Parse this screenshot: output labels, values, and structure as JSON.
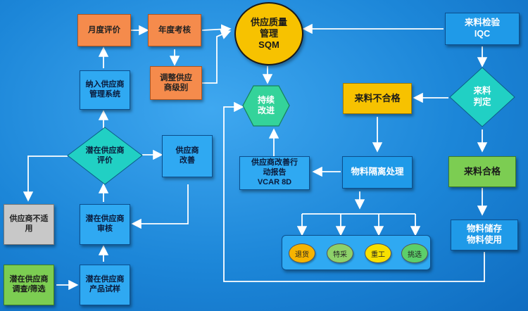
{
  "nodes": {
    "monthly_eval": "月度评价",
    "annual_review": "年度考核",
    "adjust_level": "调整供应\n商级别",
    "include_system": "纳入供应商\n管理系统",
    "potential_eval": "潜在供应商\n评价",
    "supplier_improve": "供应商\n改善",
    "not_suitable": "供应商不适\n用",
    "potential_audit": "潜在供应商\n审核",
    "potential_survey": "潜在供应商\n调查/筛选",
    "sample_trial": "潜在供应商\n产品试样",
    "sqm": "供应质量\n管理\nSQM",
    "continuous_improve": "持续\n改进",
    "iqc": "来料检验\nIQC",
    "incoming_decision": "来料\n判定",
    "incoming_nonconforming": "来料不合格",
    "incoming_ok": "来料合格",
    "quarantine": "物料隔离处理",
    "vcar": "供应商改善行\n动报告\nVCAR 8D",
    "storage_use": "物料储存\n物料使用"
  },
  "dispositions": [
    {
      "label": "退货",
      "color": "#f6b400"
    },
    {
      "label": "特采",
      "color": "#8ed16a"
    },
    {
      "label": "重工",
      "color": "#f7e000"
    },
    {
      "label": "挑选",
      "color": "#5ccf6a"
    }
  ],
  "colors": {
    "arrow": "#ffffff",
    "blue_box": "#2fa9f2",
    "orange_box": "#f58b4c",
    "gold_box": "#f7c200",
    "green_box": "#7ccd52",
    "diamond": "#21d0c4",
    "hexagon": "#34d39a",
    "gray_box": "#c8c8c8"
  }
}
